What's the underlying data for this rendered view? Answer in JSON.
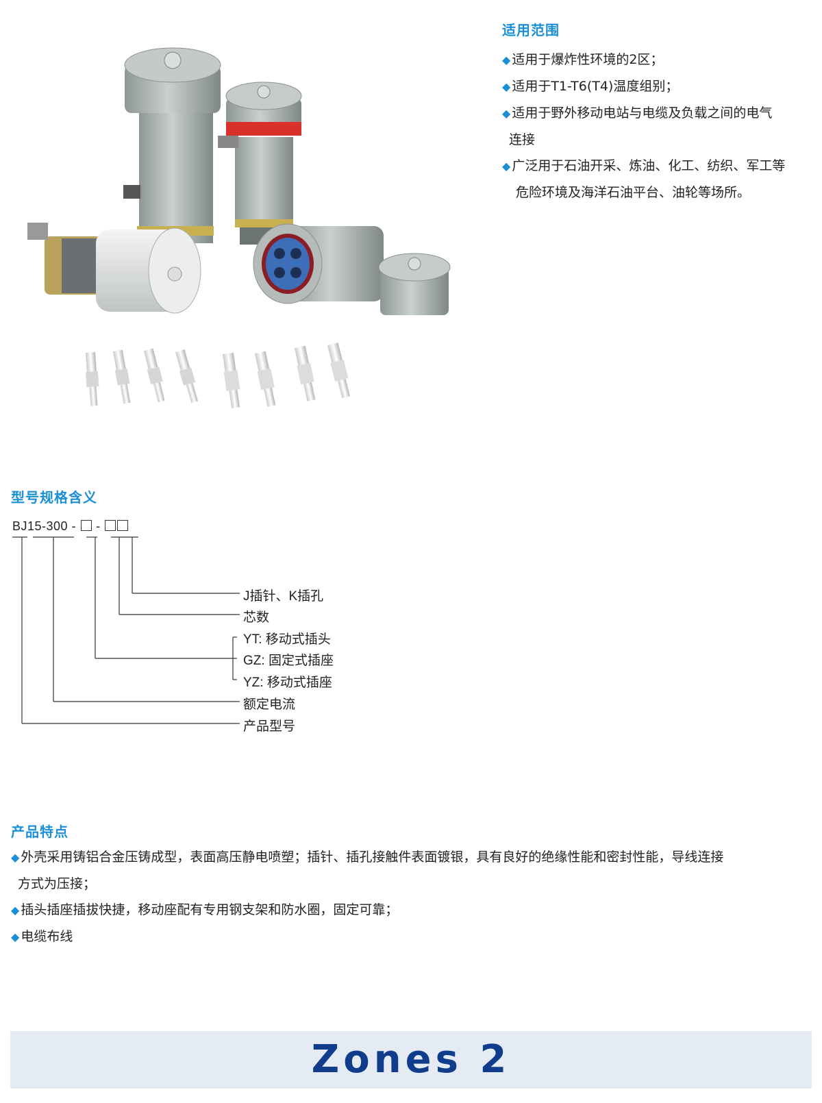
{
  "scope": {
    "title": "适用范围",
    "items": [
      "适用于爆炸性环境的2区；",
      "适用于T1-T6(T4)温度组别；",
      "适用于野外移动电站与电缆及负载之间的电气",
      "连接",
      "广泛用于石油开采、炼油、化工、纺织、军工等",
      "危险环境及海洋石油平台、油轮等场所。"
    ]
  },
  "model": {
    "title": "型号规格含义",
    "code_prefix": "BJ15-300",
    "code_dash1": "-",
    "code_dash2": "-",
    "labels": {
      "pin": "J插针、K插孔",
      "cores": "芯数",
      "yt": "YT: 移动式插头",
      "gz": "GZ: 固定式插座",
      "yz": "YZ: 移动式插座",
      "current": "额定电流",
      "product": "产品型号"
    }
  },
  "features": {
    "title": "产品特点",
    "line1": "外壳采用铸铝合金压铸成型，表面高压静电喷塑；插针、插孔接触件表面镀银，具有良好的绝缘性能和密封性能，导线连接",
    "line1_cont": "方式为压接；",
    "line2": "插头插座插拔快捷，移动座配有专用钢支架和防水圈，固定可靠；",
    "line3": "电缆布线"
  },
  "footer": {
    "text": "Zones 2"
  },
  "bullet_symbol": "◆",
  "colors": {
    "accent": "#1a8fd6",
    "footer_text": "#0f3d8c",
    "footer_band": "#e5ebf5"
  }
}
